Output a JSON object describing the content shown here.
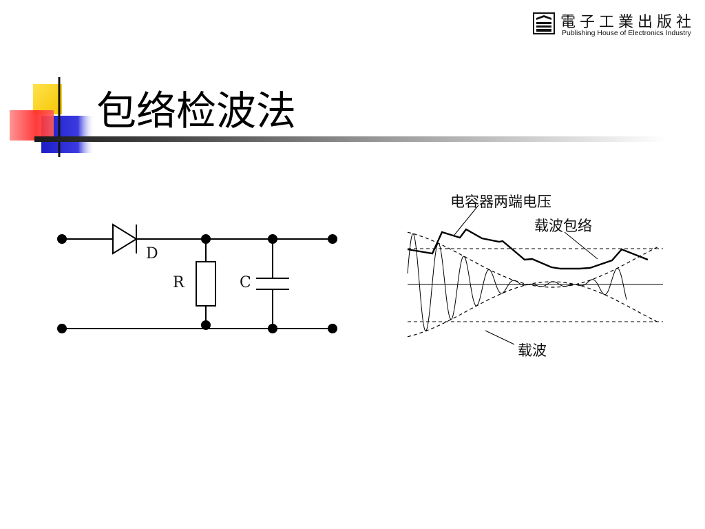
{
  "publisher": {
    "name_cn": "電子工業出版社",
    "name_en": "Publishing House of Electronics Industry"
  },
  "slide": {
    "title": "包络检波法"
  },
  "circuit": {
    "diode_label": "D",
    "resistor_label": "R",
    "capacitor_label": "C"
  },
  "waveform": {
    "label_capacitor_voltage": "电容器两端电压",
    "label_carrier_envelope": "载波包络",
    "label_carrier": "载波"
  },
  "colors": {
    "accent_yellow": "#FFD700",
    "accent_red": "#FF3B3B",
    "accent_blue": "#2B2BD9",
    "line": "#000000"
  }
}
